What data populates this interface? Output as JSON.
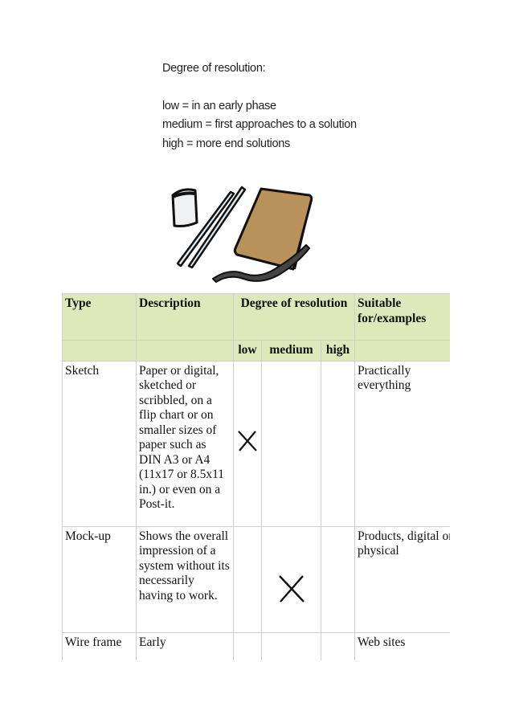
{
  "legend": {
    "title": "Degree of resolution:",
    "lines": [
      "low = in an early phase",
      "medium = first approaches to a solution",
      "high = more end solutions"
    ]
  },
  "table": {
    "headers": {
      "type": "Type",
      "description": "Description",
      "degree": "Degree of resolution",
      "suitable": "Suitable for/examples"
    },
    "subheaders": {
      "low": "low",
      "medium": "medium",
      "high": "high"
    },
    "rows": [
      {
        "type": "Sketch",
        "description": "Paper or digital, sketched or scribbled, on a flip chart or on smaller sizes of paper such as DIN A3 or A4 (11x17 or 8.5x11 in.) or even on a Post-it.",
        "level": "low",
        "suitable": "Practically everything"
      },
      {
        "type": "Mock-up",
        "description": "Shows the overall impression of a system without its necessarily having to work.",
        "level": "medium",
        "suitable": "Products, digital or physical"
      },
      {
        "type": "Wire frame",
        "description": "Early",
        "level": "",
        "suitable": "Web sites"
      }
    ]
  }
}
